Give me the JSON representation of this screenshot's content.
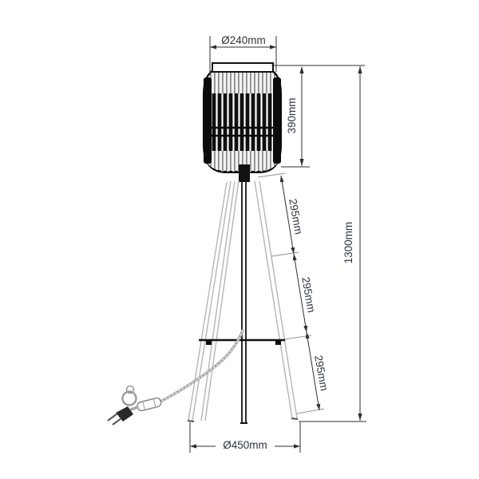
{
  "figure": {
    "subject": "tripod-floor-lamp-dimension-drawing",
    "labels": {
      "shade_diameter": "Ø240mm",
      "shade_height": "390mm",
      "total_height": "1300mm",
      "leg_segment_1": "295mm",
      "leg_segment_2": "295mm",
      "leg_segment_3": "295mm",
      "base_diameter": "Ø450mm"
    },
    "colors": {
      "background": "#ffffff",
      "line": "#2f2f2f",
      "text": "#2e3440",
      "leg_line": "#b5b5b5"
    }
  }
}
